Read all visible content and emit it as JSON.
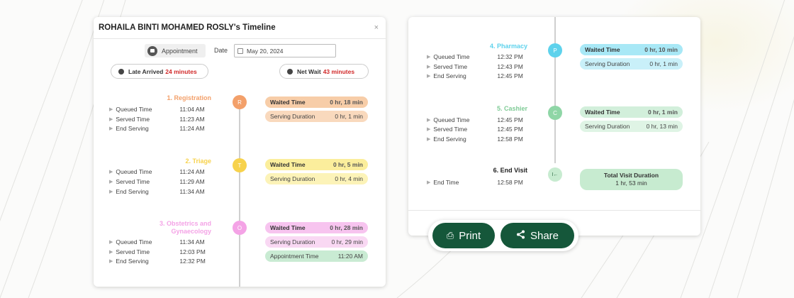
{
  "timeline": {
    "title": "ROHAILA BINTI MOHAMED ROSLY's Timeline",
    "close": "×",
    "appointment_label": "Appointment",
    "date_label": "Date",
    "date_value": "May 20, 2024",
    "late_label": "Late Arrived",
    "late_value": "24 minutes",
    "netwait_label": "Net Wait",
    "netwait_value": "43 minutes"
  },
  "row_labels": {
    "queued": "Queued Time",
    "served": "Served Time",
    "end": "End Serving",
    "end_time": "End Time"
  },
  "tag_labels": {
    "waited": "Waited Time",
    "serving": "Serving Duration",
    "appointment": "Appointment Time"
  },
  "colors": {
    "registration": "#f3a06a",
    "triage": "#f7d24c",
    "obstetrics": "#f4a3e6",
    "pharmacy": "#5ed2ec",
    "cashier": "#7fcb96",
    "end_visit": "#8fd6a6",
    "primary_button": "#15573a"
  },
  "steps": [
    {
      "node": "R",
      "title": "1. Registration",
      "queued": "11:04 AM",
      "served": "11:23 AM",
      "end": "11:24 AM",
      "waited": "0 hr, 18 min",
      "serving": "0 hr, 1 min"
    },
    {
      "node": "T",
      "title": "2. Triage",
      "queued": "11:24 AM",
      "served": "11:29 AM",
      "end": "11:34 AM",
      "waited": "0 hr, 5 min",
      "serving": "0 hr, 4 min"
    },
    {
      "node": "O",
      "title_line1": "3. Obstetrics and",
      "title_line2": "Gynaecology",
      "queued": "11:34 AM",
      "served": "12:03 PM",
      "end": "12:32 PM",
      "waited": "0 hr, 28 min",
      "serving": "0 hr, 29 min",
      "appointment": "11:20 AM"
    },
    {
      "node": "P",
      "title": "4. Pharmacy",
      "queued": "12:32 PM",
      "served": "12:43 PM",
      "end": "12:45 PM",
      "waited": "0 hr, 10 min",
      "serving": "0 hr, 1 min"
    },
    {
      "node": "C",
      "title": "5. Cashier",
      "queued": "12:45 PM",
      "served": "12:45 PM",
      "end": "12:58 PM",
      "waited": "0 hr, 1 min",
      "serving": "0 hr, 13 min"
    },
    {
      "node": "I←",
      "title": "6. End Visit",
      "end_time": "12:58 PM",
      "total_label": "Total Visit Duration",
      "total_value": "1 hr, 53 min"
    }
  ],
  "actions": {
    "print": "Print",
    "share": "Share"
  },
  "icons": {
    "appointment": "calendar-icon",
    "date": "calendar-icon",
    "late": "clock-icon",
    "net_wait": "clock-icon",
    "row": "triangle-right-icon",
    "print": "printer-icon",
    "share": "share-icon",
    "close": "close-icon",
    "end_visit": "exit-icon"
  }
}
